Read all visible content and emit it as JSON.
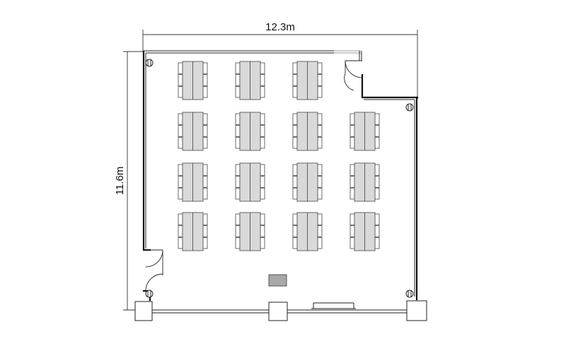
{
  "dimensions": {
    "width_label": "12.3m",
    "height_label": "11.6m"
  },
  "layout": {
    "table_rows": 4,
    "table_columns": 4,
    "first_row_missing_column": 4,
    "chairs_per_side": 3
  }
}
